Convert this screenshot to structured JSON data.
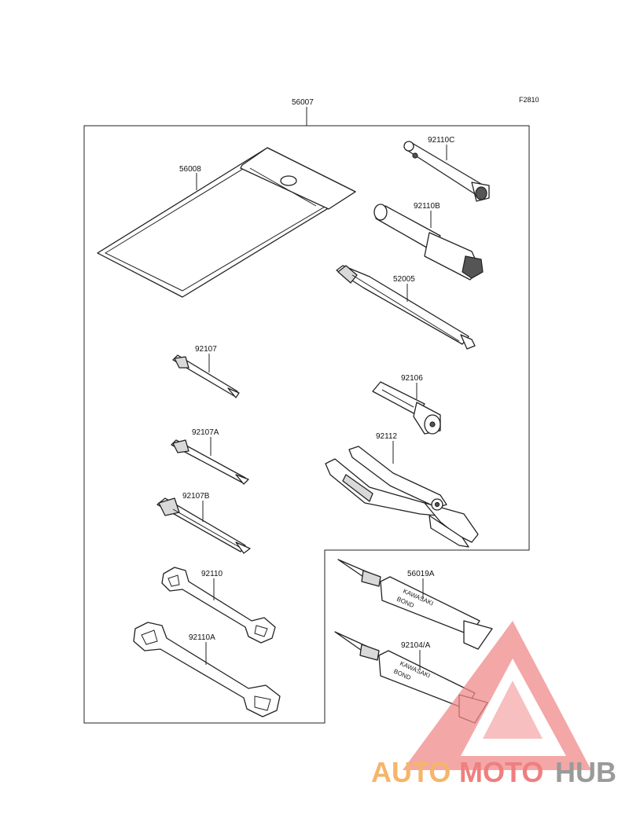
{
  "figure_code": "F2810",
  "parts": {
    "kit": "56007",
    "tool_bag": "56008",
    "plug_wrench_c": "92110C",
    "plug_wrench_b": "92110B",
    "screwdriver_handle": "52005",
    "bit_92107": "92107",
    "bit_92107a": "92107A",
    "bit_92107b": "92107B",
    "grip_92106": "92106",
    "pliers": "92112",
    "wrench_92110": "92110",
    "wrench_92110a": "92110A",
    "bond_56019a": "56019A",
    "bond_92104": "92104/A"
  },
  "tube_text": {
    "brand": "KAWASAKI",
    "word": "BOND"
  },
  "watermark": {
    "part1": "AUTO",
    "part2": "MOTO",
    "part3": "HUB",
    "color1": "#f5b56a",
    "color2": "#ef7f7f",
    "color3": "#9a9a9a",
    "triangle_color": "#f08a8a"
  }
}
